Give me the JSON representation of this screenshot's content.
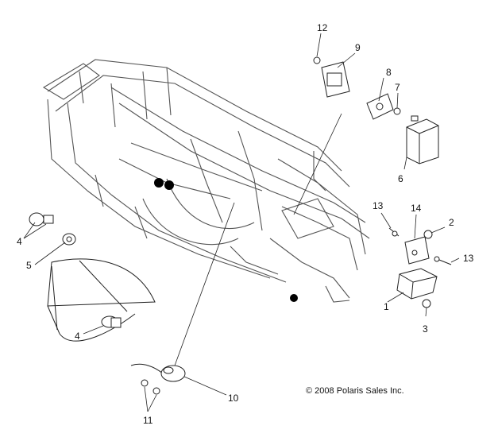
{
  "diagram": {
    "copyright": "© 2008 Polaris Sales Inc.",
    "callouts": [
      {
        "id": "c1",
        "label": "1"
      },
      {
        "id": "c2",
        "label": "2"
      },
      {
        "id": "c3",
        "label": "3"
      },
      {
        "id": "c4a",
        "label": "4"
      },
      {
        "id": "c4b",
        "label": "4"
      },
      {
        "id": "c5",
        "label": "5"
      },
      {
        "id": "c6",
        "label": "6"
      },
      {
        "id": "c7",
        "label": "7"
      },
      {
        "id": "c8",
        "label": "8"
      },
      {
        "id": "c9",
        "label": "9"
      },
      {
        "id": "c10",
        "label": "10"
      },
      {
        "id": "c11",
        "label": "11"
      },
      {
        "id": "c12",
        "label": "12"
      },
      {
        "id": "c13a",
        "label": "13"
      },
      {
        "id": "c13b",
        "label": "13"
      },
      {
        "id": "c14",
        "label": "14"
      }
    ]
  }
}
